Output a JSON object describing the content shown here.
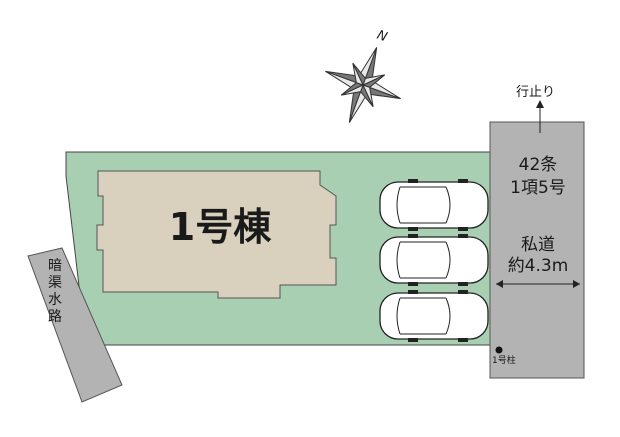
{
  "building": {
    "label": "1号棟"
  },
  "road": {
    "type_line1": "42条",
    "type_line2": "1項5号",
    "name": "私道",
    "width": "約4.3m",
    "dead_end": "行止り"
  },
  "pole": {
    "label": "1号柱"
  },
  "culvert": {
    "label": "暗渠水路"
  },
  "compass": {
    "north_label": "N"
  },
  "parking": {
    "spaces": 3
  },
  "colors": {
    "lot": "#a9cfb2",
    "building": "#d9d1bd",
    "road": "#b3b3b3",
    "culvert": "#b3b3b3",
    "outline": "#333333"
  }
}
